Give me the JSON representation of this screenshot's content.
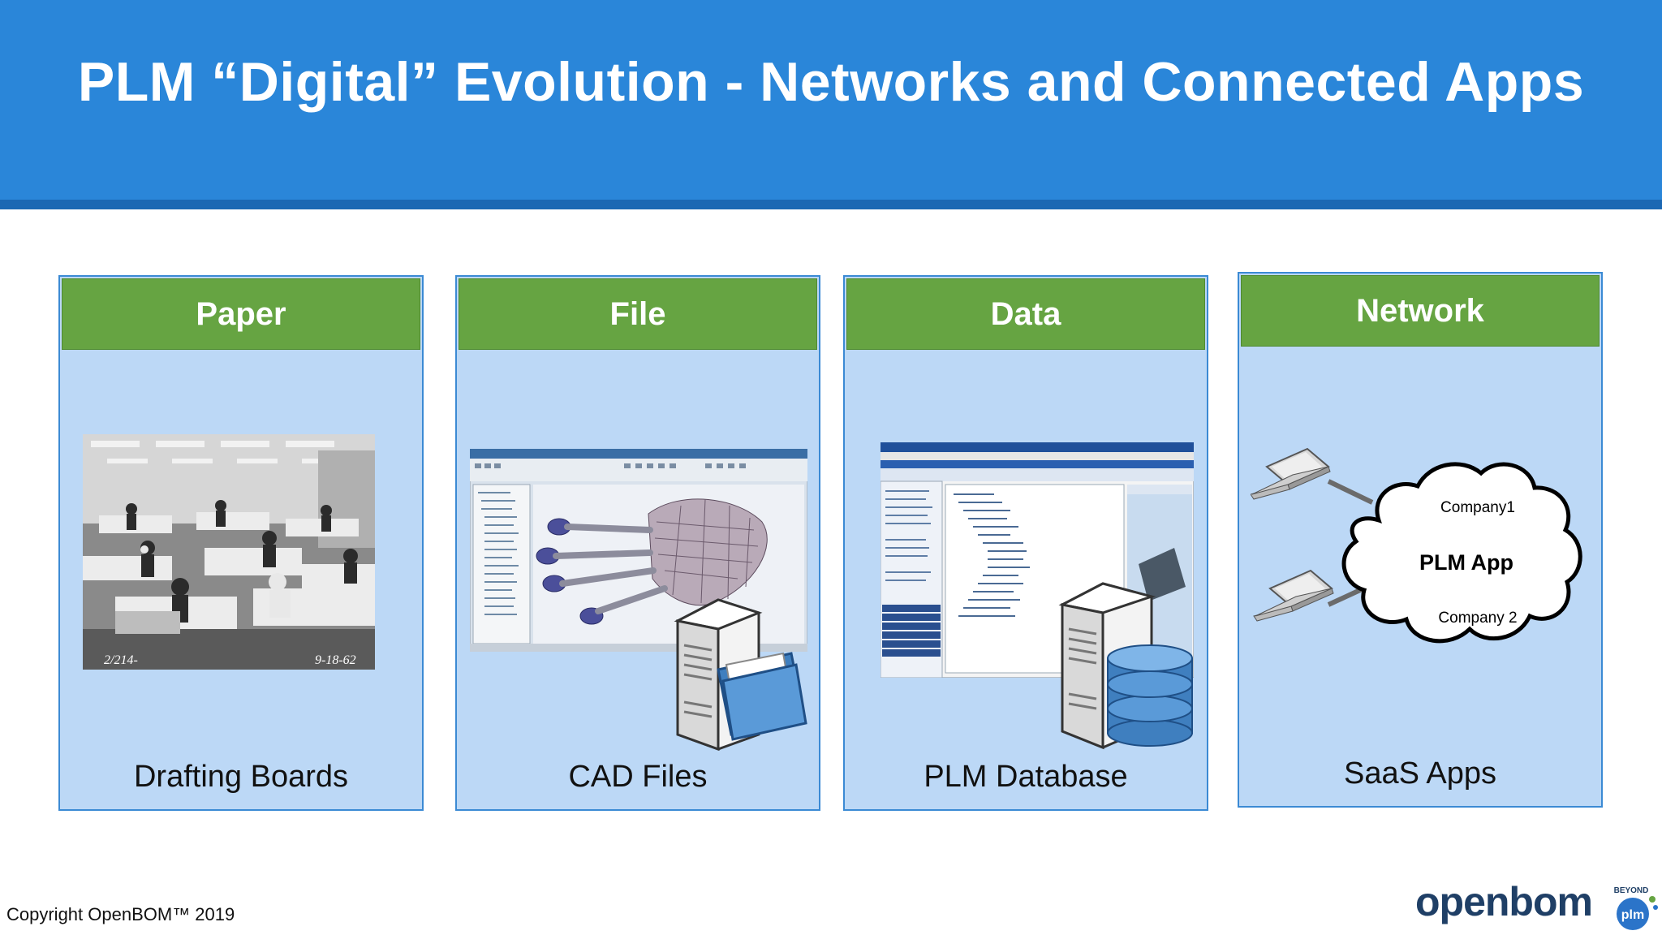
{
  "slide": {
    "title": "PLM “Digital” Evolution - Networks and Connected Apps"
  },
  "columns": [
    {
      "id": "paper",
      "heading": "Paper",
      "caption": "Drafting Boards",
      "photo_marks": [
        "2/214-",
        "9-18-62"
      ]
    },
    {
      "id": "file",
      "heading": "File",
      "caption": "CAD Files"
    },
    {
      "id": "data",
      "heading": "Data",
      "caption": "PLM Database"
    },
    {
      "id": "network",
      "heading": "Network",
      "caption": "SaaS Apps"
    }
  ],
  "network_diagram": {
    "cloud_label": "PLM App",
    "company_top": "Company1",
    "company_bottom": "Company 2"
  },
  "footer": {
    "copyright": "Copyright OpenBOM™ 2019",
    "logo_text": "openbom",
    "badge_arc": "BEYOND",
    "badge_text": "plm"
  },
  "colors": {
    "header": "#2a86d9",
    "column_bg": "#bcd8f6",
    "column_heading": "#66a442",
    "logo": "#1f3f66"
  }
}
